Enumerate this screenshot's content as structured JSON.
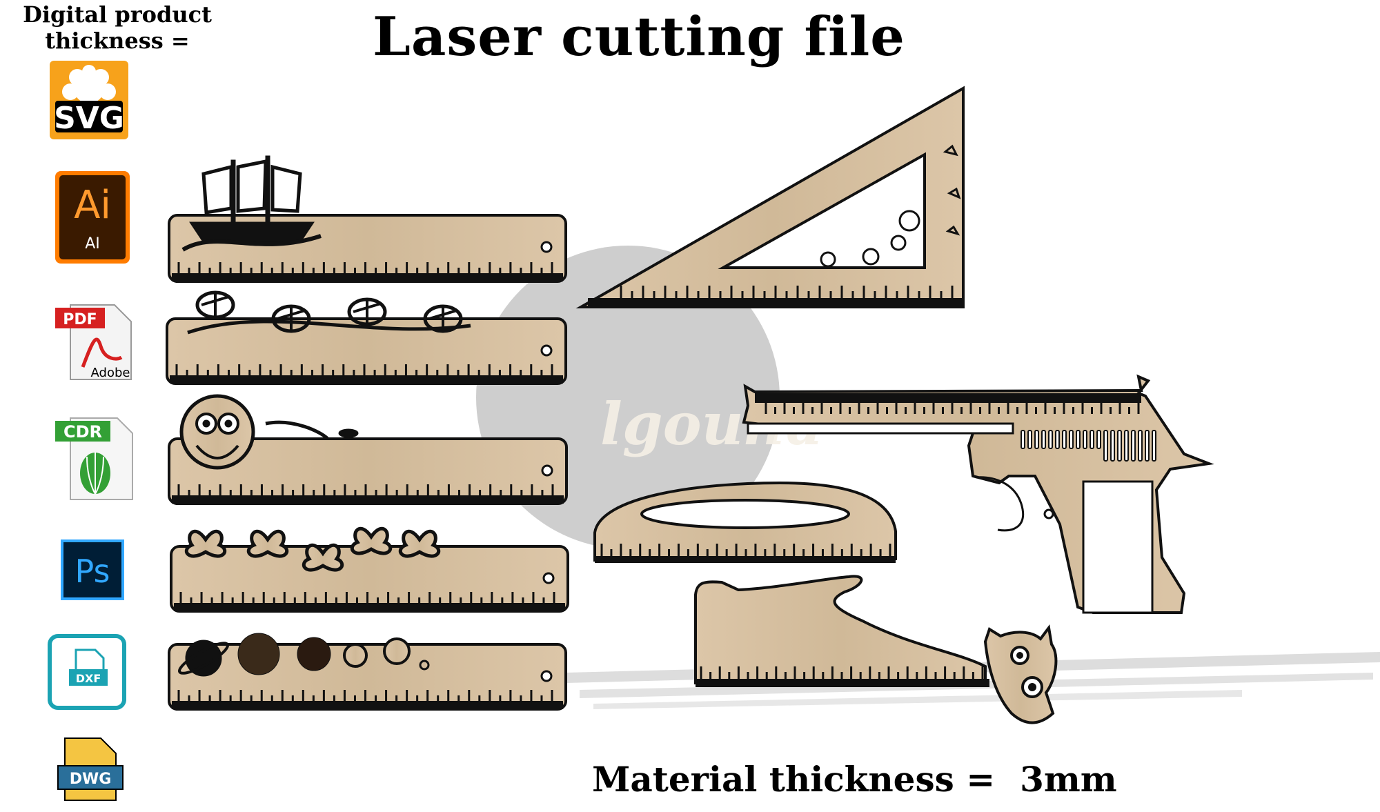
{
  "header": {
    "note_line1": "Digital product",
    "note_line2": "thickness ="
  },
  "title": "Laser cutting file",
  "material": {
    "label": "Material thickness =",
    "value": "3mm"
  },
  "watermark": "lgouha",
  "formats": [
    {
      "name": "svg-icon",
      "label": "SVG",
      "color": "#f7a21b"
    },
    {
      "name": "ai-icon",
      "label": "Ai",
      "sublabel": "AI",
      "color": "#ff7c00"
    },
    {
      "name": "pdf-icon",
      "label": "PDF",
      "sublabel": "Adobe",
      "color": "#d62020"
    },
    {
      "name": "cdr-icon",
      "label": "CDR",
      "color": "#33a035"
    },
    {
      "name": "ps-icon",
      "label": "Ps",
      "color": "#31a8ff"
    },
    {
      "name": "dxf-icon",
      "label": "DXF",
      "color": "#1ba3b3"
    },
    {
      "name": "dwg-icon",
      "label": "DWG",
      "color": "#2a6f9a"
    }
  ],
  "colors": {
    "wood": "#d8c2a3",
    "wood_dark": "#b9a182",
    "outline": "#111111"
  },
  "rulers": [
    {
      "name": "ship-ruler",
      "motif": "ship"
    },
    {
      "name": "flower-ruler",
      "motif": "flowers"
    },
    {
      "name": "owl-ruler",
      "motif": "owl"
    },
    {
      "name": "butterfly-ruler",
      "motif": "butterflies"
    },
    {
      "name": "planet-ruler",
      "motif": "planets"
    }
  ]
}
